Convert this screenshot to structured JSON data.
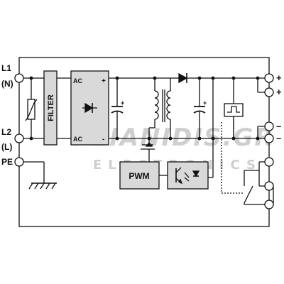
{
  "terminals_left": {
    "l1": "L1",
    "l1_alt": "(N)",
    "l2": "L2",
    "l2_alt": "(L)",
    "pe": "PE"
  },
  "blocks": {
    "filter": "FILTER",
    "rect_ac_top": "AC",
    "rect_ac_bottom": "AC",
    "rect_plus": "+",
    "rect_minus": "-",
    "pwm": "PWM",
    "cap_plus_1": "+",
    "cap_plus_2": "+"
  },
  "terminals_right": {
    "plus_1": "+",
    "plus_2": "+",
    "minus_1": "–",
    "minus_2": "–"
  },
  "watermark": {
    "brand": "PLIANIDIS.GR",
    "sub": "ELECTRONICS",
    "color": "#c8c8c8"
  },
  "colors": {
    "line": "#111111",
    "block_fill": "#d9d9d9"
  }
}
